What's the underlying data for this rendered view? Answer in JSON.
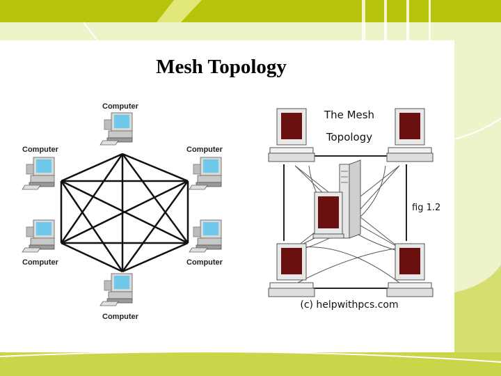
{
  "slide": {
    "title": "Mesh Topology"
  },
  "left_diagram": {
    "node_label": "Computer",
    "nodes": [
      {
        "label": "Computer"
      },
      {
        "label": "Computer"
      },
      {
        "label": "Computer"
      },
      {
        "label": "Computer"
      },
      {
        "label": "Computer"
      },
      {
        "label": "Computer"
      }
    ]
  },
  "right_diagram": {
    "title_line1": "The Mesh",
    "title_line2": "Topology",
    "fig_label": "fig 1.2",
    "credit": "(c) helpwithpcs.com"
  },
  "colors": {
    "accent": "#b5c40a",
    "background": "#eef3c9",
    "monitor_screen": "#6fc7ea",
    "crt_screen": "#6b1010"
  }
}
